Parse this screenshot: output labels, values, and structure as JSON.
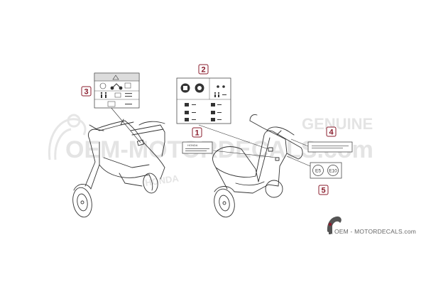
{
  "callouts": [
    {
      "number": "1"
    },
    {
      "number": "2"
    },
    {
      "number": "3"
    },
    {
      "number": "4"
    },
    {
      "number": "5"
    }
  ],
  "label_1": {
    "text": "HONDA"
  },
  "label_5": {
    "badges": [
      "E5",
      "E10"
    ]
  },
  "watermark": {
    "text": "OEM-MOTORDECALS.com",
    "genuine": "GENUINE",
    "brand_side": "HONDA"
  },
  "brand_footer": {
    "text": "OEM - MOTORDECALS.com"
  },
  "colors": {
    "callout": "#8a1c2c",
    "line": "#333333",
    "watermark": "#e4e4e4"
  }
}
